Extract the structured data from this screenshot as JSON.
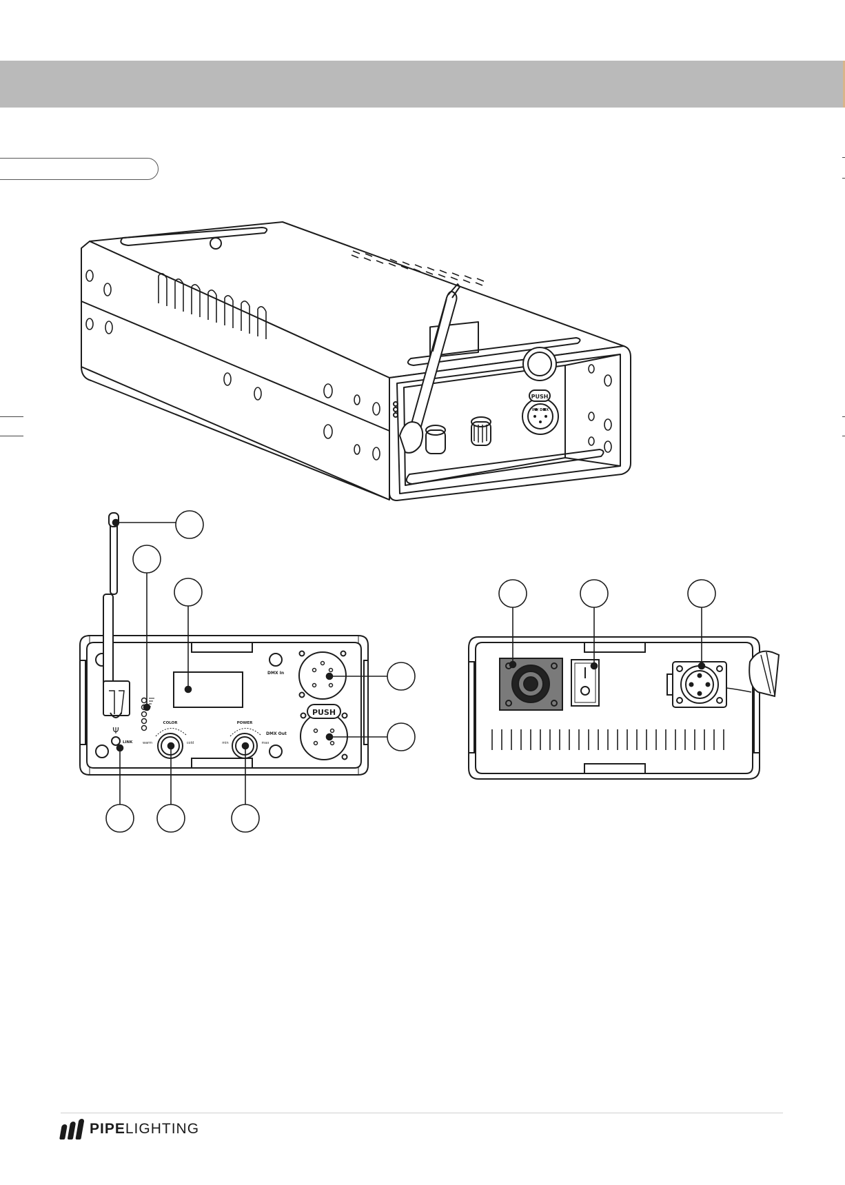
{
  "front_panel": {
    "dmx_in_label": "DMX In",
    "dmx_out_label": "DMX Out",
    "push_label": "PUSH",
    "color_label": "COLOR",
    "color_warm": "warm",
    "color_cold": "cold",
    "power_label": "POWER",
    "power_min": "min",
    "power_max": "max",
    "link_label": "LINK",
    "antenna_symbol": "Ψ"
  },
  "perspective": {
    "push_label": "PUSH",
    "dmx_label": "IN / DMX"
  },
  "footer": {
    "brand_bold": "PIPE",
    "brand_light": "LIGHTING"
  },
  "colors": {
    "header_band": "#bababa",
    "powercon_panel": "#7a7a7a"
  }
}
